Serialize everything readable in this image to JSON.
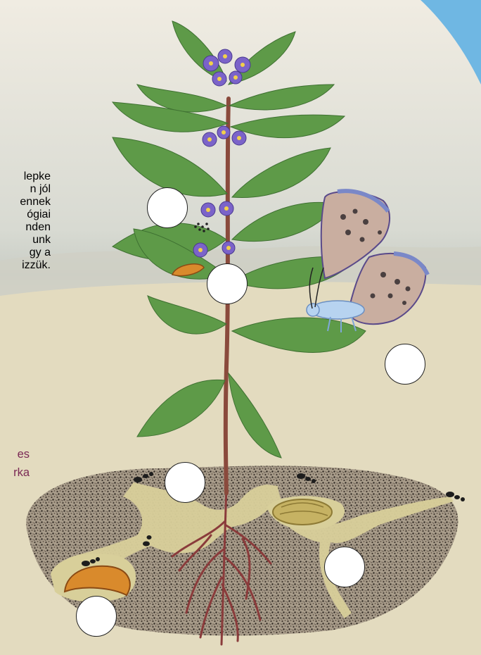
{
  "intro_text_fragments": [
    "lepke",
    "n jól",
    "ennek",
    "ógiai",
    "nden",
    "unk",
    "gy a",
    "izzük."
  ],
  "caption_fragments": [
    "es",
    "rka"
  ],
  "colors": {
    "sky": "#cfd8dc",
    "blue_corner": "#6fb7e3",
    "ground": "#ddd2ad",
    "soil": "#6e6052",
    "tunnel": "#d8cf9a",
    "leaf": "#5e9a48",
    "stem": "#8a4a3c",
    "flower": "#7b63c9",
    "butterfly_wing": "#c9aea0",
    "butterfly_blue": "#7a88c8",
    "larva": "#d98a2c",
    "text": "#333333",
    "caption": "#7b2a55"
  },
  "label_markers": [
    "marker-1",
    "marker-2",
    "marker-3",
    "marker-4",
    "marker-5",
    "marker-6",
    "marker-7"
  ]
}
